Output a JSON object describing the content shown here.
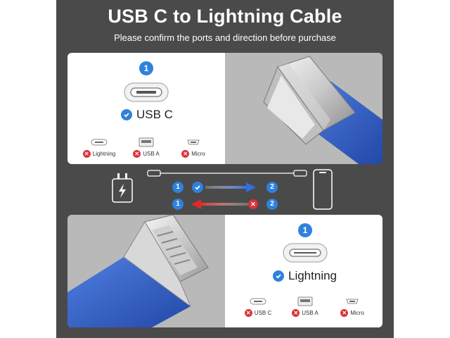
{
  "header": {
    "title": "USB C to Lightning Cable",
    "subtitle": "Please confirm the ports and direction before purchase"
  },
  "top_panel": {
    "number": "1",
    "connector_label": "USB C",
    "options": [
      {
        "label": "Lightning",
        "icon": "lightning-port-icon"
      },
      {
        "label": "USB A",
        "icon": "usb-a-port-icon"
      },
      {
        "label": "Micro",
        "icon": "micro-usb-port-icon"
      }
    ]
  },
  "bottom_panel": {
    "number": "1",
    "connector_label": "Lightning",
    "options": [
      {
        "label": "USB C",
        "icon": "usb-c-port-icon"
      },
      {
        "label": "USB A",
        "icon": "usb-a-port-icon"
      },
      {
        "label": "Micro",
        "icon": "micro-usb-port-icon"
      }
    ]
  },
  "direction": {
    "correct": {
      "from": "1",
      "to": "2"
    },
    "wrong": {
      "from": "1",
      "to": "2"
    }
  },
  "colors": {
    "background": "#4a4a4a",
    "accent_blue": "#2f82dc",
    "cable_blue": "#2f5fc0",
    "error_red": "#d9333b",
    "panel_gray": "#b9b9b9"
  }
}
